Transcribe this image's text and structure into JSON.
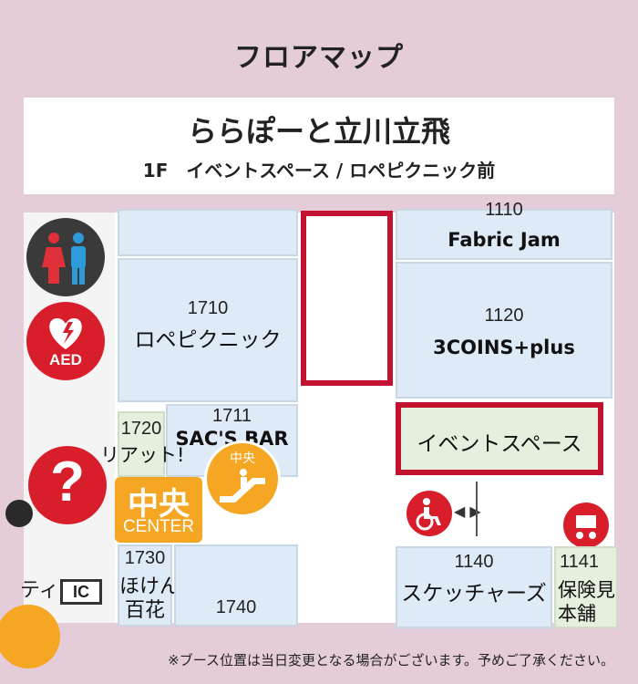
{
  "heading": "フロアマップ",
  "venue": {
    "name": "ららぽーと立川立飛",
    "location": "1F　イベントスペース / ロペピクニック前"
  },
  "icons": {
    "restroom": "restroom-icon",
    "aed": {
      "name": "aed-icon",
      "label": "AED"
    },
    "info": {
      "name": "information-icon",
      "glyph": "?"
    },
    "escalator": {
      "name": "escalator-icon",
      "label": "中央"
    },
    "center": {
      "label_ja": "中央",
      "label_en": "CENTER"
    },
    "ic": "IC",
    "wheelchair": "wheelchair-icon",
    "stroller": "stroller-icon",
    "arrows": "◀ ▶"
  },
  "booths": {
    "fabric_jam": {
      "number": "1110",
      "name": "Fabric Jam"
    },
    "rope_picnic": {
      "number": "1710",
      "name": "ロペピクニック"
    },
    "threecoins": {
      "number": "1120",
      "name": "3COINS+plus"
    },
    "sacs_bar": {
      "number": "1711",
      "name": "SAC'S BAR"
    },
    "riatto": {
      "number": "1720",
      "name": "リアット!"
    },
    "hoken_hyakka": {
      "number": "1730",
      "name_line1": "ほけん",
      "name_line2": "百花"
    },
    "b1740": {
      "number": "1740"
    },
    "skechers": {
      "number": "1140",
      "name": "スケッチャーズ"
    },
    "hoken_mise": {
      "number": "1141",
      "name_line1": "保険見",
      "name_line2": "本舗"
    },
    "left_partial": {
      "name": "ティ"
    }
  },
  "event_space": {
    "label": "イベントスペース"
  },
  "colors": {
    "background": "#e5ccd9",
    "marker_red": "#c3122f",
    "booth_blue": "#dfeaf7",
    "booth_green": "#e4efdd",
    "accent_orange": "#f5a623"
  },
  "footnote": "※ブース位置は当日変更となる場合がございます。予めご了承ください。"
}
